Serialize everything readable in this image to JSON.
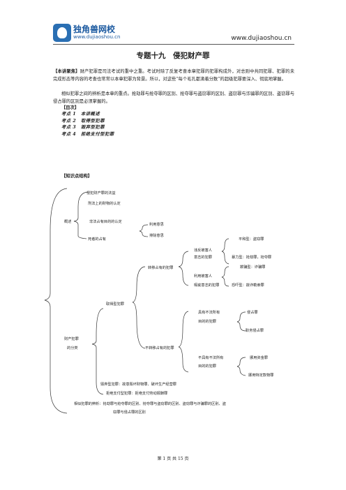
{
  "header": {
    "logo_name": "独角兽网校",
    "logo_url": "www.dujiaoshou.cn",
    "site_url": "www.dujiaoshou.cn"
  },
  "title": "专题十九　侵犯财产罪",
  "focus": {
    "label": "【本讲聚焦】",
    "text": "财产犯罪是司法考试的重中之重。考试时除了反复考查本章犯罪的犯罪构成外，对总则中共同犯罪、犯罪的未完成形态等内容的考查也常常以本章犯罪为背景。所以，对这些“每个毛孔都滴着分数”的超级犯罪要深入、彻底地掌握。"
  },
  "para2": "相似犯罪之间的辨析是本章的重点。抢劫罪与抢夺罪的区别、抢夺罪与盗窃罪的区别、盗窃罪与诈骗罪的区别、盗窃罪与侵占罪的区别是必须掌握的。",
  "toc": {
    "heading": "【目次】",
    "items": [
      "考点 1　本讲概述",
      "考点 2　取得型犯罪",
      "考点 3　毁弃型犯罪",
      "考点 4　拒绝支付型犯罪"
    ]
  },
  "structure_heading": "【知识点结构】",
  "tree": {
    "root1": "概述",
    "overview_items": [
      "侵犯财产罪的法益",
      "刑法上的财物的认定",
      "非法占有目的的认定",
      "死者的占有"
    ],
    "intent_sub": [
      "利用意思",
      "排除意思"
    ],
    "root2_line1": "财产犯罪",
    "root2_line2": "的分类",
    "acquire": "取得型犯罪",
    "transfer": "转移占有的犯罪",
    "against_will_1": "违反被害人",
    "against_will_2": "意志的犯罪",
    "peaceful": "平和型：盗窃罪",
    "violent": "暴力型：抢劫罪，抢夺罪",
    "using_will_1": "利用被害人",
    "using_will_2": "瑕疵意志的犯罪",
    "deceive": "欺骗型：诈骗罪",
    "threat": "恐吓型：敲诈勒索罪",
    "non_transfer": "不转移占有的犯罪",
    "with_owner_1": "具有不法所有",
    "with_owner_2": "目的的犯罪",
    "embezzle": "侵占罪",
    "duty_embezzle": "职务侵占罪",
    "without_owner_1": "不具有不法所有",
    "without_owner_2": "目的的犯罪",
    "misappropriate_funds": "挪用资金罪",
    "misappropriate_special": "挪用特定款物罪",
    "destroy": "毁弃型犯罪：故意毁坏财物罪、破坏生产经营罪",
    "refuse": "拒绝支付型犯罪：拒绝支付劳动报酬罪",
    "compare_line1": "相似犯罪的辨析：抢劫罪与抢夺罪的区别、抢夺罪与盗窃罪的区别、盗窃罪与诈骗罪的区别、盗",
    "compare_line2": "窃罪与侵占罪的区别"
  },
  "footer": "第 1 页 共 15 页"
}
